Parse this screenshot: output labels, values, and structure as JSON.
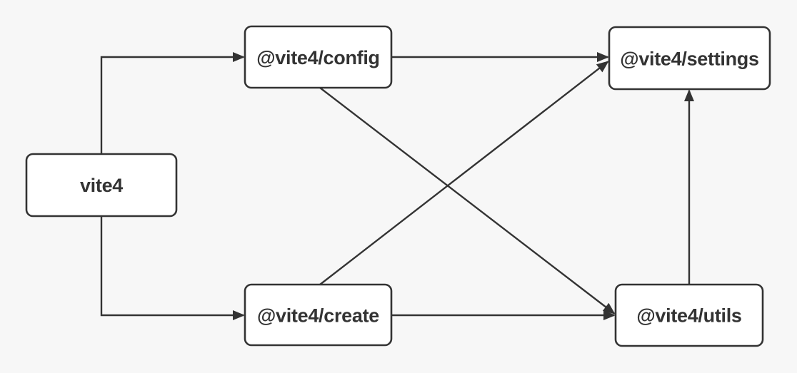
{
  "diagram": {
    "type": "flowchart-dependency-graph",
    "colors": {
      "background": "#f7f7f7",
      "node_fill": "#ffffff",
      "node_border": "#333333",
      "edge_stroke": "#333333",
      "text": "#333333"
    },
    "nodes": [
      {
        "id": "vite4",
        "label": "vite4"
      },
      {
        "id": "config",
        "label": "@vite4/config"
      },
      {
        "id": "create",
        "label": "@vite4/create"
      },
      {
        "id": "settings",
        "label": "@vite4/settings"
      },
      {
        "id": "utils",
        "label": "@vite4/utils"
      }
    ],
    "edges": [
      {
        "from": "vite4",
        "to": "@vite4/config"
      },
      {
        "from": "vite4",
        "to": "@vite4/create"
      },
      {
        "from": "@vite4/config",
        "to": "@vite4/settings"
      },
      {
        "from": "@vite4/config",
        "to": "@vite4/utils"
      },
      {
        "from": "@vite4/create",
        "to": "@vite4/settings"
      },
      {
        "from": "@vite4/create",
        "to": "@vite4/utils"
      },
      {
        "from": "@vite4/utils",
        "to": "@vite4/settings"
      }
    ]
  }
}
